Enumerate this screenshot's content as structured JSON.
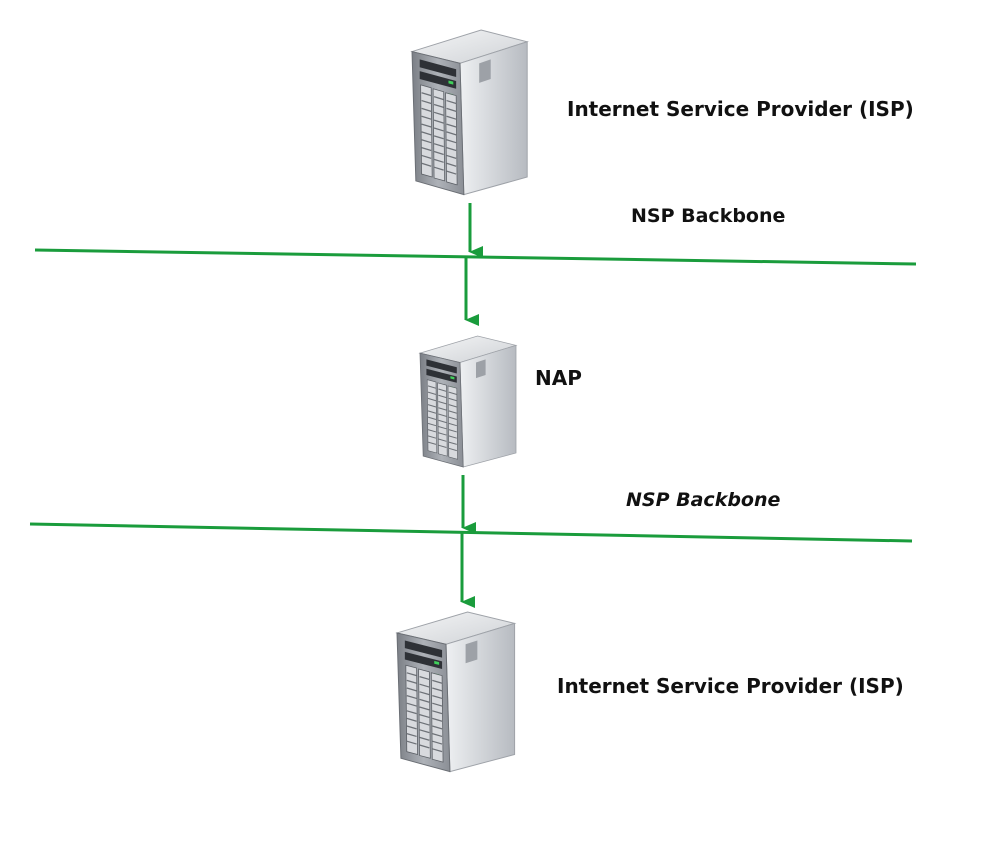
{
  "diagram": {
    "nodes": [
      {
        "id": "isp_top",
        "label": "Internet Service Provider (ISP)",
        "icon": "server-tower-icon"
      },
      {
        "id": "nap",
        "label": "NAP",
        "icon": "server-tower-icon"
      },
      {
        "id": "isp_bottom",
        "label": "Internet Service Provider (ISP)",
        "icon": "server-tower-icon"
      }
    ],
    "backbones": [
      {
        "id": "backbone_1",
        "label": "NSP Backbone"
      },
      {
        "id": "backbone_2",
        "label": "NSP Backbone"
      }
    ],
    "edges": [
      {
        "from": "isp_top",
        "to": "backbone_1"
      },
      {
        "from": "backbone_1",
        "to": "nap"
      },
      {
        "from": "nap",
        "to": "backbone_2"
      },
      {
        "from": "backbone_2",
        "to": "isp_bottom"
      }
    ],
    "colors": {
      "line": "#1a9c3c",
      "server_body": "#c9cbce",
      "server_dark": "#3a3d42",
      "server_led": "#3fd15a"
    }
  }
}
